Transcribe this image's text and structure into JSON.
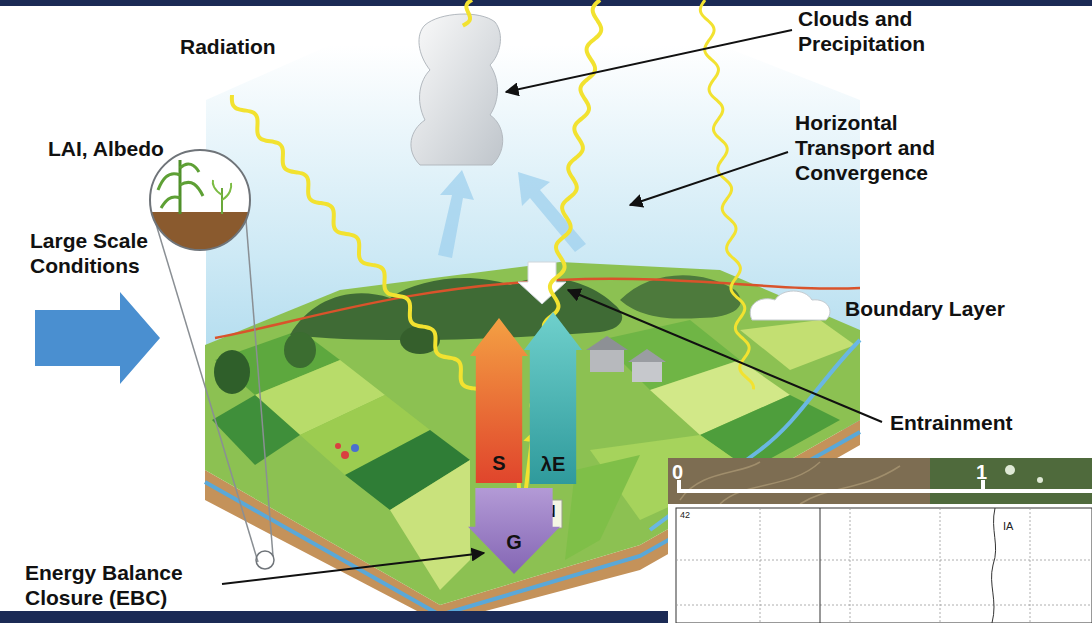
{
  "diagram": {
    "nodes": [
      {
        "text": [
          "S"
        ]
      },
      {
        "text": [
          "λE"
        ]
      },
      {
        "text": [
          "FN"
        ]
      },
      {
        "text": [
          "G"
        ]
      }
    ],
    "labels": [
      "Radiation",
      "Clouds and Precipitation",
      "LAI, Albedo",
      "Large Scale Conditions",
      "Horizontal Transport and Convergence",
      "Boundary Layer",
      "Entrainment",
      "Energy Balance Closure (EBC)",
      "0",
      "1",
      "42",
      "IA"
    ]
  }
}
